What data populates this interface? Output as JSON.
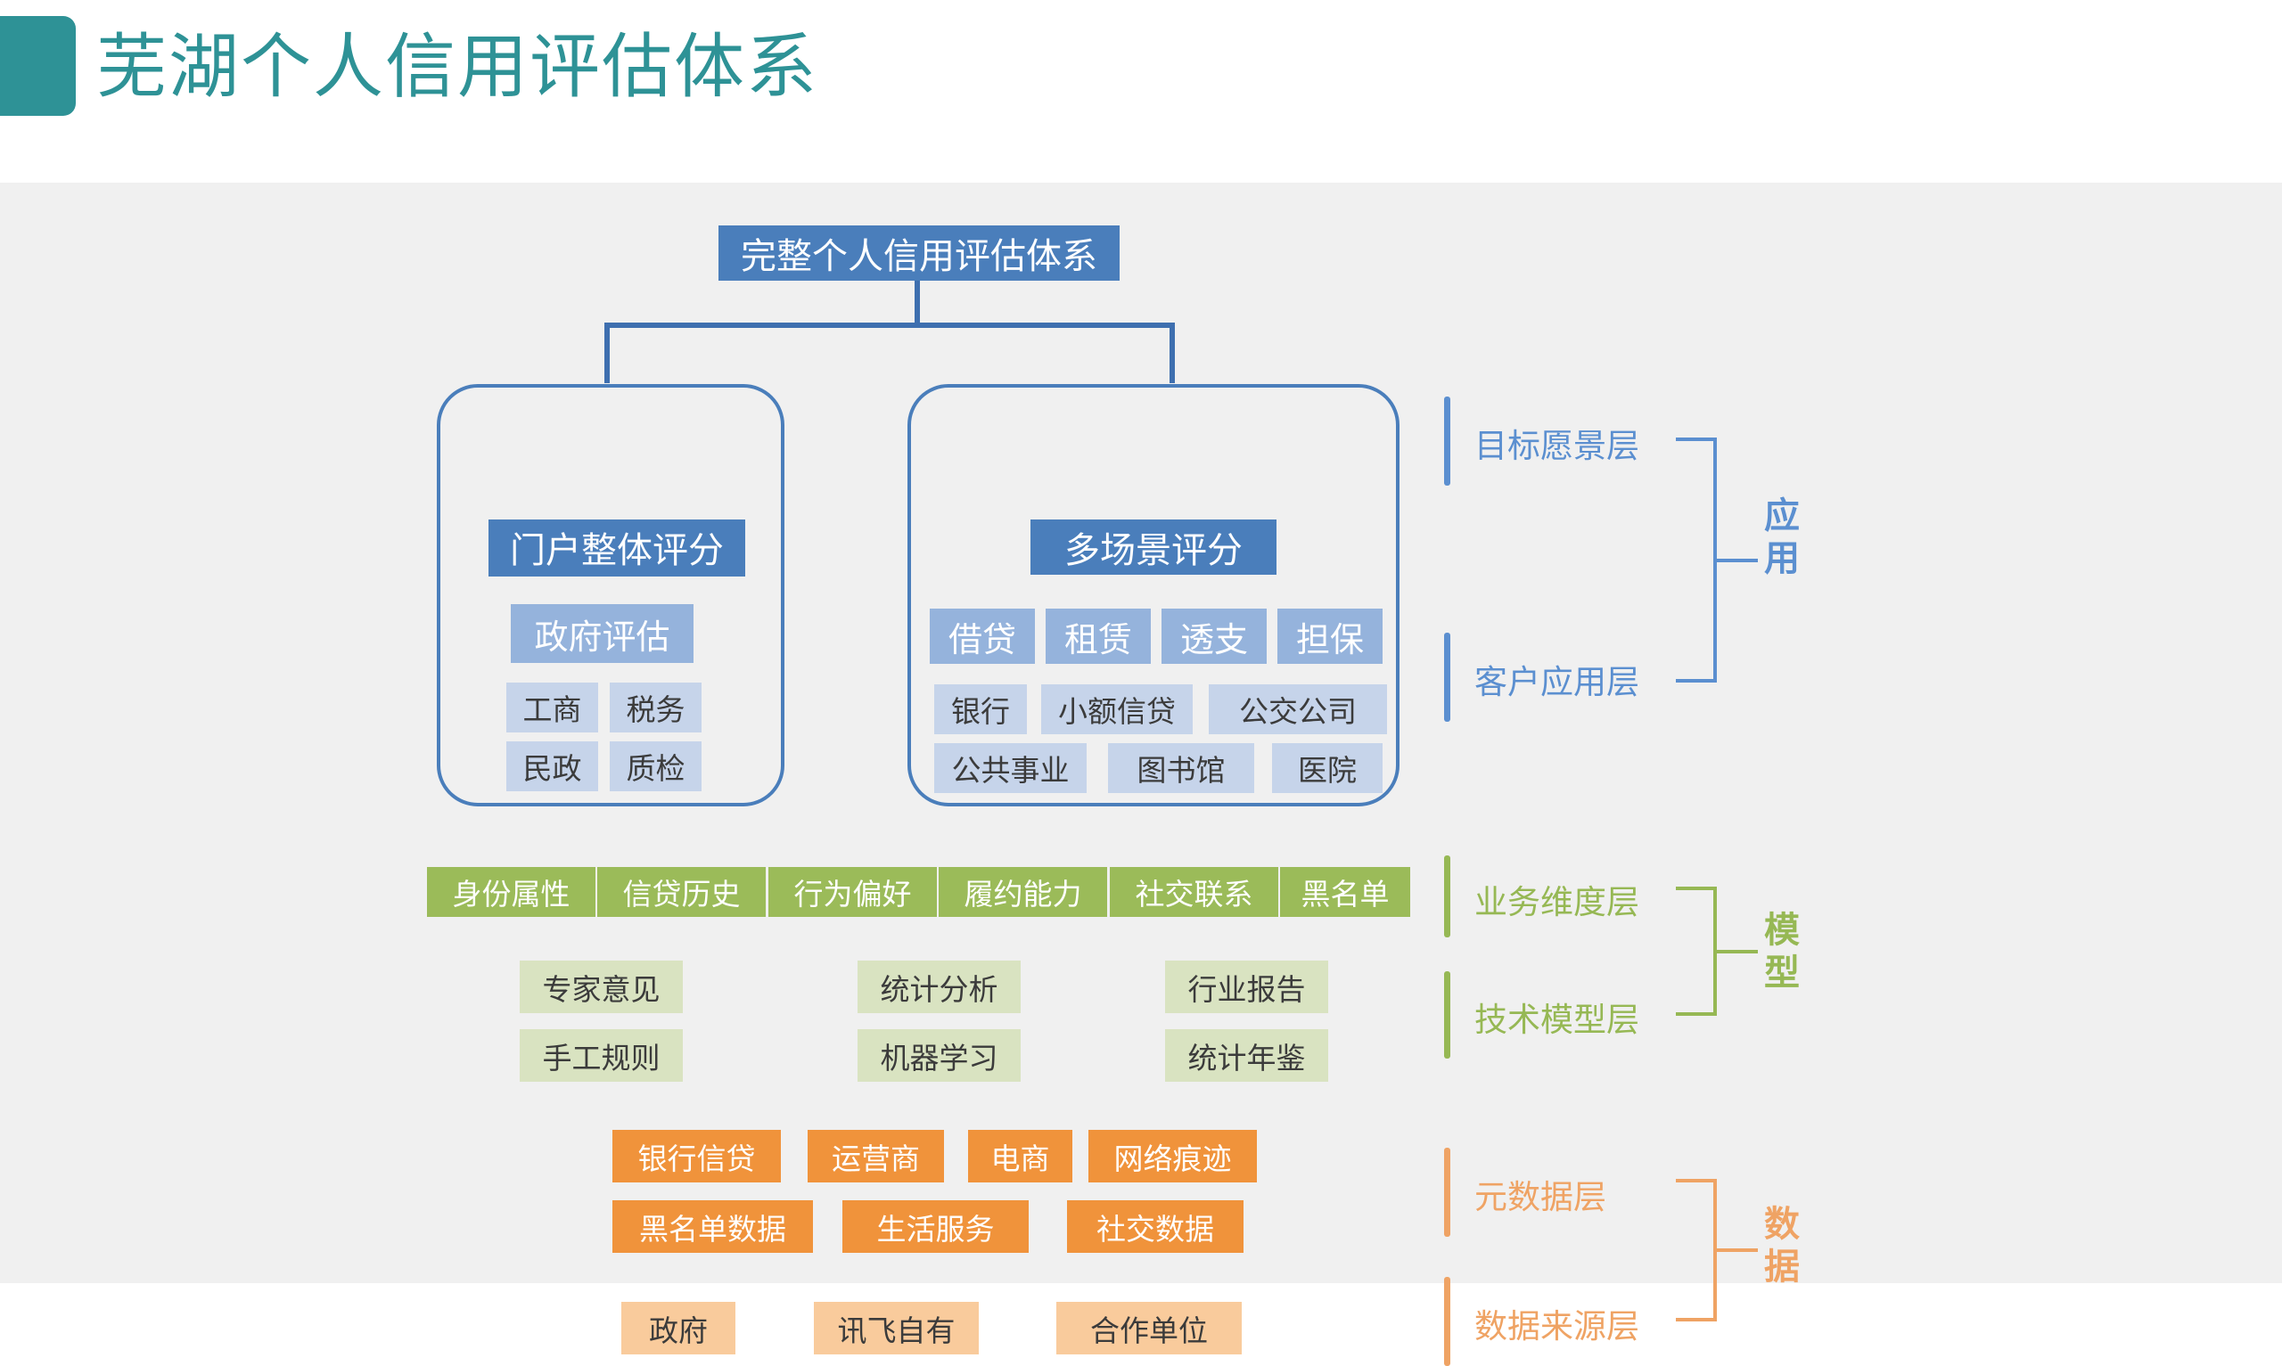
{
  "header": {
    "title": "芜湖个人信用评估体系",
    "accent_color": "#2E9296"
  },
  "diagram": {
    "root": {
      "label": "完整个人信用评估体系"
    },
    "branches": [
      {
        "head": "门户整体评分",
        "primary": [
          "政府评估"
        ],
        "rows": [
          [
            "工商",
            "税务"
          ],
          [
            "民政",
            "质检"
          ]
        ]
      },
      {
        "head": "多场景评分",
        "primary": [
          "借贷",
          "租赁",
          "透支",
          "担保"
        ],
        "rows": [
          [
            "银行",
            "小额信贷",
            "公交公司"
          ],
          [
            "公共事业",
            "图书馆",
            "医院"
          ]
        ]
      }
    ],
    "business_dimensions": [
      "身份属性",
      "信贷历史",
      "行为偏好",
      "履约能力",
      "社交联系",
      "黑名单"
    ],
    "tech_model": {
      "row1": [
        "专家意见",
        "统计分析",
        "行业报告"
      ],
      "row2": [
        "手工规则",
        "机器学习",
        "统计年鉴"
      ]
    },
    "metadata": {
      "row1": [
        "银行信贷",
        "运营商",
        "电商",
        "网络痕迹"
      ],
      "row2": [
        "黑名单数据",
        "生活服务",
        "社交数据"
      ]
    },
    "data_sources": [
      "政府",
      "讯飞自有",
      "合作单位"
    ]
  },
  "legend": {
    "groups": [
      {
        "name": "应用",
        "color": "#5B8FD0",
        "layers": [
          "目标愿景层",
          "客户应用层"
        ]
      },
      {
        "name": "模型",
        "color": "#96B854",
        "layers": [
          "业务维度层",
          "技术模型层"
        ]
      },
      {
        "name": "数据",
        "color": "#EFA364",
        "layers": [
          "元数据层",
          "数据来源层"
        ]
      }
    ]
  }
}
